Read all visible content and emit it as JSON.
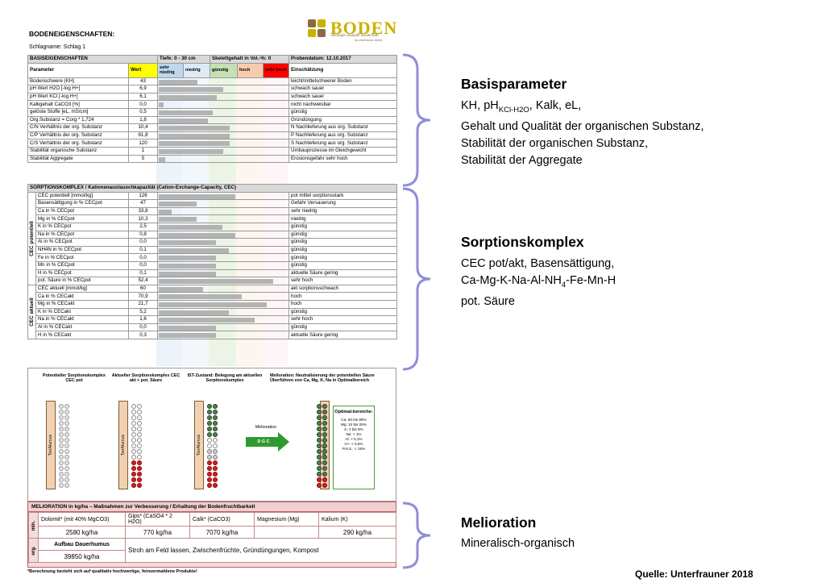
{
  "sheet": {
    "title": "BODENEIGENSCHAFTEN:",
    "schlag": "Schlagname: Schlag 1",
    "logo": {
      "name": "BODEN",
      "subtitle": "ökologie analytik landschaft",
      "subtitle2": "by unterfrauner eberle"
    },
    "basis": {
      "head": {
        "title": "BASISEIGENSCHAFTEN",
        "tiefe": "Tiefe: 0 - 30 cm",
        "skelett": "Skelettgehalt in Vol.-%: 0",
        "datum": "Probendatum: 12.10.2017"
      },
      "columns": {
        "param": "Parameter",
        "wert": "Wert",
        "sehr_niedrig": "sehr niedrig",
        "niedrig": "niedrig",
        "guenstig": "günstig",
        "hoch": "hoch",
        "sehr_hoch": "sehr hoch",
        "einschaetzung": "Einschätzung"
      },
      "rows": [
        {
          "p": "Bodenschwere (KH)",
          "v": "43",
          "bar": 0.3,
          "e": "leicht/mittelschwerer Boden"
        },
        {
          "p": "pH Wert H2O [-log H+]",
          "v": "6,9",
          "bar": 0.5,
          "e": "schwach sauer"
        },
        {
          "p": "pH Wert KCl [-log H+]",
          "v": "6,1",
          "bar": 0.45,
          "e": "schwach sauer"
        },
        {
          "p": "Kalkgehalt CaCO3 [%]",
          "v": "0,0",
          "bar": 0.04,
          "e": "nicht nachweisbar"
        },
        {
          "p": "gelöste Stoffe [eL, mS/cm]",
          "v": "0,5",
          "bar": 0.42,
          "e": "günstig"
        },
        {
          "p": "Org.Substanz = Corg * 1,724",
          "v": "1,8",
          "bar": 0.38,
          "e": "Gründüngung"
        },
        {
          "p": "C/N Verhältnis der org. Substanz",
          "v": "10,4",
          "bar": 0.55,
          "e": "N Nachlieferung aus org. Substanz"
        },
        {
          "p": "C/P Verhältnis der org. Substanz",
          "v": "61,8",
          "bar": 0.55,
          "e": "P Nachlieferung aus org. Substanz"
        },
        {
          "p": "C/S Verhältnis der org. Substanz",
          "v": "120",
          "bar": 0.55,
          "e": "S Nachlieferung aus org. Substanz"
        },
        {
          "p": "Stabilität organische Substanz",
          "v": "1",
          "bar": 0.5,
          "e": "Umbauprozesse im Gleichgewicht"
        },
        {
          "p": "Stabilität Aggregate",
          "v": "5",
          "bar": 0.05,
          "e": "Erosionsgefahr sehr hoch"
        }
      ]
    },
    "sorption": {
      "head": "SORPTIONSKOMPLEX / Kationenaustauschkapazität (Cation-Exchange-Capacity, CEC)",
      "pot_label": "CEC potentiell",
      "akt_label": "CEC aktuell",
      "pot_rows": [
        {
          "p": "CEC potentiell [mmol/kg]",
          "v": "126",
          "bar": 0.6,
          "e": "pot mittel sorptionsstark"
        },
        {
          "p": "Basensättigung in % CECpot",
          "v": "47",
          "bar": 0.3,
          "e": "Gefahr Versauerung"
        },
        {
          "p": "Ca in % CECpot",
          "v": "33,8",
          "bar": 0.1,
          "e": "sehr niedrig"
        },
        {
          "p": "Mg in % CECpot",
          "v": "10,3",
          "bar": 0.3,
          "e": "niedrig"
        },
        {
          "p": "K in % CECpot",
          "v": "2,5",
          "bar": 0.5,
          "e": "günstig"
        },
        {
          "p": "Na in % CECpot",
          "v": "0,8",
          "bar": 0.6,
          "e": "günstig"
        },
        {
          "p": "Al in % CECpot",
          "v": "0,0",
          "bar": 0.45,
          "e": "günstig"
        },
        {
          "p": "NH4N in % CECpot",
          "v": "0,1",
          "bar": 0.55,
          "e": "günstig"
        },
        {
          "p": "Fe in % CECpot",
          "v": "0,0",
          "bar": 0.45,
          "e": "günstig"
        },
        {
          "p": "Mn in % CECpot",
          "v": "0,0",
          "bar": 0.45,
          "e": "günstig"
        },
        {
          "p": "H in % CECpot",
          "v": "0,1",
          "bar": 0.45,
          "e": "aktuelle Säure gering"
        },
        {
          "p": "pot. Säure in % CECpot",
          "v": "52,4",
          "bar": 0.9,
          "e": "sehr hoch"
        }
      ],
      "akt_rows": [
        {
          "p": "CEC aktuell [mmol/kg]",
          "v": "60",
          "bar": 0.35,
          "e": "akt sorptionsschwach"
        },
        {
          "p": "Ca in % CECakt",
          "v": "70,9",
          "bar": 0.65,
          "e": "hoch"
        },
        {
          "p": "Mg in % CECakt",
          "v": "21,7",
          "bar": 0.85,
          "e": "hoch"
        },
        {
          "p": "K in % CECakt",
          "v": "5,2",
          "bar": 0.55,
          "e": "günstig"
        },
        {
          "p": "Na in % CECakt",
          "v": "1,6",
          "bar": 0.75,
          "e": "sehr hoch"
        },
        {
          "p": "Al in % CECakt",
          "v": "0,0",
          "bar": 0.45,
          "e": "günstig"
        },
        {
          "p": "H in % CECakt",
          "v": "0,3",
          "bar": 0.45,
          "e": "aktuelle Säure gering"
        }
      ]
    },
    "diagram": {
      "l1": "Potentieller Sorptionskomplex CEC pot",
      "l2": "Aktueller Sorptionskomplex CEC akt + pot. Säure",
      "l3": "IST-Zustand: Belegung am aktuellen Sorptionskomplex",
      "l4": "Melioration: Neutralisierung der potentiellen Säure Überführen von Ca, Mg, K, Na in Optimalbereich",
      "humus": "Ton/Humus",
      "arrow_label": "Melioration",
      "arrow_sub": "D G C",
      "opti_title": "Optimal-bereiche:",
      "opti_lines": [
        "Ca: 60 bis 80%",
        "Mg: 10 bis 20%",
        "K: 2 bis 5%",
        "Na: < 1%",
        "Al: < 0,1%",
        "H+: < 0,5%",
        "Pot.S.: < 15%"
      ]
    },
    "melioration": {
      "head": "MELIORATION in kg/ha – Maßnahmen zur Verbesserung / Erhaltung der Bodenfruchtbarkeit",
      "min": "min.",
      "org": "org.",
      "col1": "Dolomit* (mit 40% MgCO3)",
      "col2": "Gips* (CaSO4 * 2 H2O)",
      "col3": "Calk* (CaCO3)",
      "col4": "Magnesium (Mg)",
      "col5": "Kalium (K)",
      "v1": "2580 kg/ha",
      "v2": "770 kg/ha",
      "v3": "7070 kg/ha",
      "v4": "",
      "v5": "290 kg/ha",
      "org_label": "Aufbau Dauerhumus",
      "org_value": "39850 kg/ha",
      "org_text": "Stroh am Feld lassen, Zwischenfrüchte, Gründüngungen, Kompost"
    },
    "footnote": "*Berechnung bezieht sich auf qualitativ hochwertige, feinvermahlene Produkte!"
  },
  "right": {
    "basis_title": "Basisparameter",
    "basis_line1": "KH, pH",
    "basis_sub": "KCl-H2O",
    "basis_line1b": ",  Kalk, eL,",
    "basis_line2": "Gehalt und Qualität der organischen Substanz,",
    "basis_line3": "Stabilität der organischen Substanz,",
    "basis_line4": "Stabilität der Aggregate",
    "sorp_title": "Sorptionskomplex",
    "sorp_line1": "CEC pot/akt, Basensättigung,",
    "sorp_line2a": "Ca-Mg-K-Na-Al-NH",
    "sorp_line2sub": "4",
    "sorp_line2b": "-Fe-Mn-H",
    "sorp_line3": "pot. Säure",
    "melio_title": "Melioration",
    "melio_line1": "Mineralisch-organisch"
  },
  "source": "Quelle: Unterfrauner 2018",
  "colors": {
    "wert": "#ffff00",
    "sehr_niedrig": "#bdd7ee",
    "niedrig": "#ddebf7",
    "guenstig": "#e2efda",
    "hoch": "#fce4d6",
    "sehr_hoch": "#ff0000",
    "bracket": "#8f8fd6",
    "melio_border": "#c45b6a"
  }
}
